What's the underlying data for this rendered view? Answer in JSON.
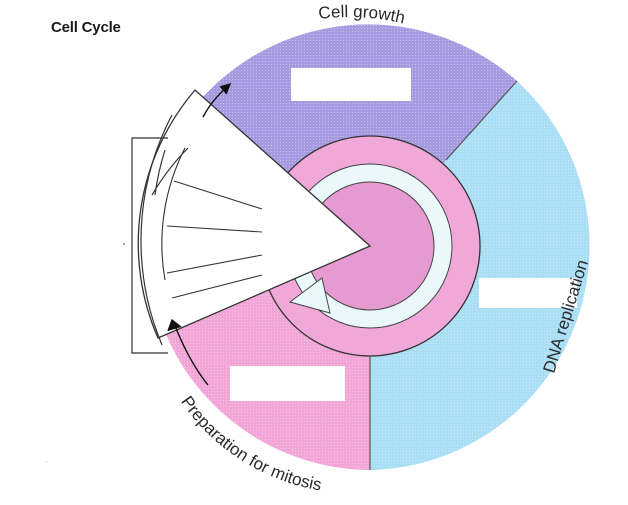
{
  "title": "Cell Cycle",
  "phases": [
    {
      "label": "Cell growth",
      "color": "#a69be0",
      "answer_box_text": ""
    },
    {
      "label": "DNA replication",
      "color": "#a9def5",
      "answer_box_text": ""
    },
    {
      "label": "Preparation for mitosis",
      "color": "#f2a6d8",
      "answer_box_text": ""
    }
  ],
  "mitosis_sector": {
    "color": "#ffffff",
    "subdivisions": 5
  },
  "inner_ring_color": "#f0a8d8",
  "center_color": "#e69ad2",
  "cycle_arrow_color": "#eaf7fb"
}
